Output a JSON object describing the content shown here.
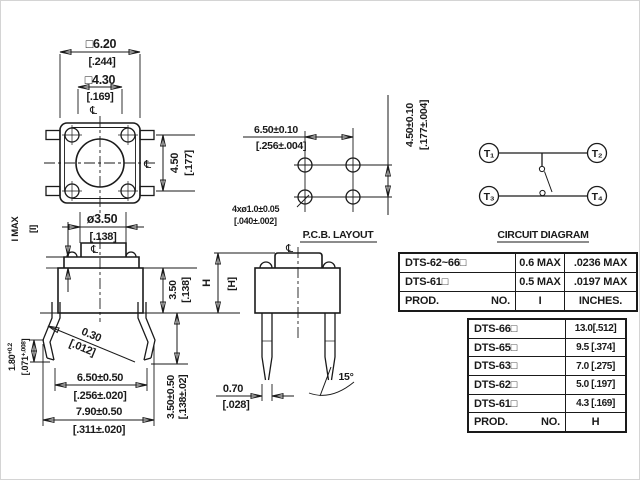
{
  "colors": {
    "ink": "#1a1a1a",
    "bg": "#ffffff"
  },
  "top_view": {
    "cl_top": "℄",
    "cl_right": "℄",
    "width_mm": "□6.20",
    "width_in": "[.244]",
    "inner_mm": "□4.30",
    "inner_in": "[.169]",
    "height_mm": "4.50",
    "height_in": "[.177]",
    "button_dia_mm": "ø3.50",
    "button_dia_in": "[.138]"
  },
  "pcb_layout": {
    "title": "P.C.B. LAYOUT",
    "pitch_x_mm": "6.50±0.10",
    "pitch_x_in": "[.256±.004]",
    "pitch_y_mm": "4.50±0.10",
    "pitch_y_in": "[.177±.004]",
    "holes_mm": "4xø1.0±0.05",
    "holes_in": "[.040±.002]",
    "cl": "℄"
  },
  "circuit": {
    "title": "CIRCUIT DIAGRAM",
    "t1": "T₁",
    "t2": "T₂",
    "t3": "T₃",
    "t4": "T₄"
  },
  "front_view": {
    "cl": "℄",
    "i_label": "I MAX",
    "i_bracket": "[I]",
    "body_h_mm": "3.50",
    "body_h_in": "[.138]",
    "tip_mm": "1.80",
    "tip_mm_tol": "+0.2",
    "tip_in": "[.071",
    "tip_in_tol": "+.008",
    "tip_in_close": "]",
    "thickness_mm": "0.30",
    "thickness_in": "[.012]",
    "tip_span_mm": "6.50±0.50",
    "tip_span_in": "[.256±.020]",
    "overall_w_mm": "7.90±0.50",
    "overall_w_in": "[.311±.020]",
    "pin_len_mm": "3.50±0.50",
    "pin_len_in": "[.138±.02]",
    "h_mm": "H",
    "h_in": "[H]"
  },
  "side_view": {
    "cl": "℄",
    "pin_w_mm": "0.70",
    "pin_w_in": "[.028]",
    "splay_angle": "15°"
  },
  "spec_table": {
    "rows": [
      {
        "model": "DTS-62~66□",
        "mm": "0.6 MAX",
        "inch": ".0236 MAX"
      },
      {
        "model": "DTS-61□",
        "mm": "0.5 MAX",
        "inch": ".0197 MAX"
      }
    ],
    "footer": {
      "prod": "PROD.",
      "no": "NO.",
      "dim": "I",
      "unit": "INCHES."
    }
  },
  "height_table": {
    "rows": [
      {
        "model": "DTS-66□",
        "h": "13.0[.512]"
      },
      {
        "model": "DTS-65□",
        "h": "9.5 [.374]"
      },
      {
        "model": "DTS-63□",
        "h": "7.0 [.275]"
      },
      {
        "model": "DTS-62□",
        "h": "5.0 [.197]"
      },
      {
        "model": "DTS-61□",
        "h": "4.3 [.169]"
      }
    ],
    "footer": {
      "prod": "PROD.",
      "no": "NO.",
      "dim": "H"
    }
  }
}
